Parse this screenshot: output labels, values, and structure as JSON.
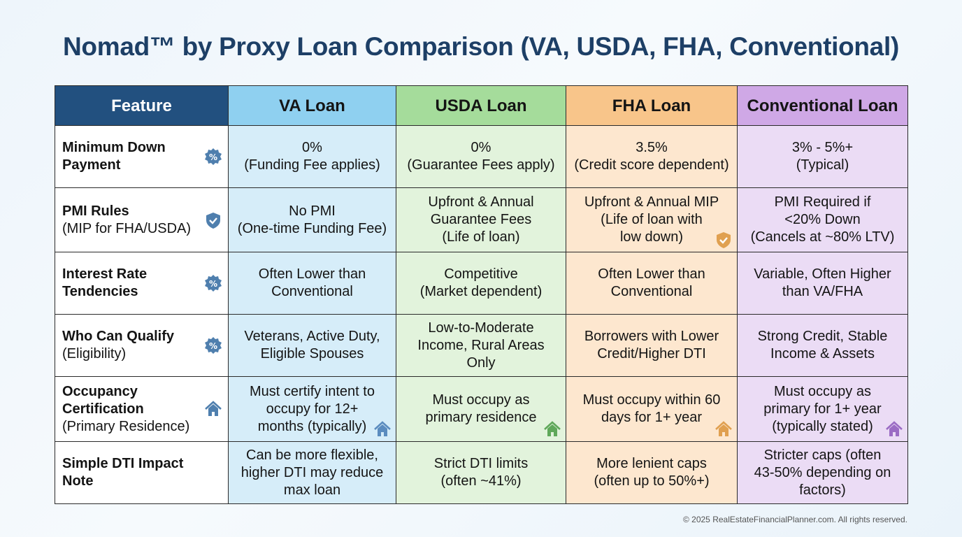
{
  "title": "Nomad™ by Proxy Loan Comparison (VA, USDA, FHA, Conventional)",
  "headers": [
    "Feature",
    "VA Loan",
    "USDA Loan",
    "FHA Loan",
    "Conventional Loan"
  ],
  "colors": {
    "feature_header": "#22507f",
    "va": "#8fd0f0",
    "usda": "#a5dc9b",
    "fha": "#f8c58a",
    "conventional": "#cfa8e6"
  },
  "rows": [
    {
      "feature_bold": "Minimum Down Payment",
      "feature_sub": "",
      "icon": "percent-badge-icon",
      "va": "0%\n(Funding Fee applies)",
      "usda": "0%\n(Guarantee Fees apply)",
      "fha": "3.5%\n(Credit score dependent)",
      "conv": "3% - 5%+\n(Typical)"
    },
    {
      "feature_bold": "PMI Rules",
      "feature_sub": "(MIP for FHA/USDA)",
      "icon": "shield-check-icon",
      "va": "No PMI\n(One-time Funding Fee)",
      "usda": "Upfront & Annual\nGuarantee Fees\n(Life of loan)",
      "fha": "Upfront & Annual MIP\n(Life of loan with\nlow down)",
      "conv": "PMI Required if\n<20% Down\n(Cancels at ~80% LTV)"
    },
    {
      "feature_bold": "Interest Rate Tendencies",
      "feature_sub": "",
      "icon": "percent-badge-icon",
      "va": "Often Lower than\nConventional",
      "usda": "Competitive\n(Market dependent)",
      "fha": "Often Lower than\nConventional",
      "conv": "Variable, Often Higher\nthan VA/FHA"
    },
    {
      "feature_bold": "Who Can Qualify",
      "feature_sub": "(Eligibility)",
      "icon": "percent-badge-icon",
      "va": "Veterans, Active Duty,\nEligible Spouses",
      "usda": "Low-to-Moderate\nIncome, Rural Areas\nOnly",
      "fha": "Borrowers with Lower\nCredit/Higher DTI",
      "conv": "Strong Credit, Stable\nIncome & Assets"
    },
    {
      "feature_bold": "Occupancy Certification",
      "feature_sub": "(Primary Residence)",
      "icon": "house-icon",
      "va": "Must certify intent to\noccupy for 12+\nmonths (typically)",
      "usda": "Must occupy as\nprimary residence",
      "fha": "Must occupy within 60\ndays for 1+ year",
      "conv": "Must occupy as\nprimary for 1+ year\n(typically stated)"
    },
    {
      "feature_bold": "Simple DTI Impact Note",
      "feature_sub": "",
      "icon": "",
      "va": "Can be more flexible,\nhigher DTI may reduce\nmax loan",
      "usda": "Strict DTI limits\n(often ~41%)",
      "fha": "More lenient caps\n(often up to 50%+)",
      "conv": "Stricter caps (often\n43-50% depending on\nfactors)"
    }
  ],
  "footer": "© 2025 RealEstateFinancialPlanner.com. All rights reserved."
}
